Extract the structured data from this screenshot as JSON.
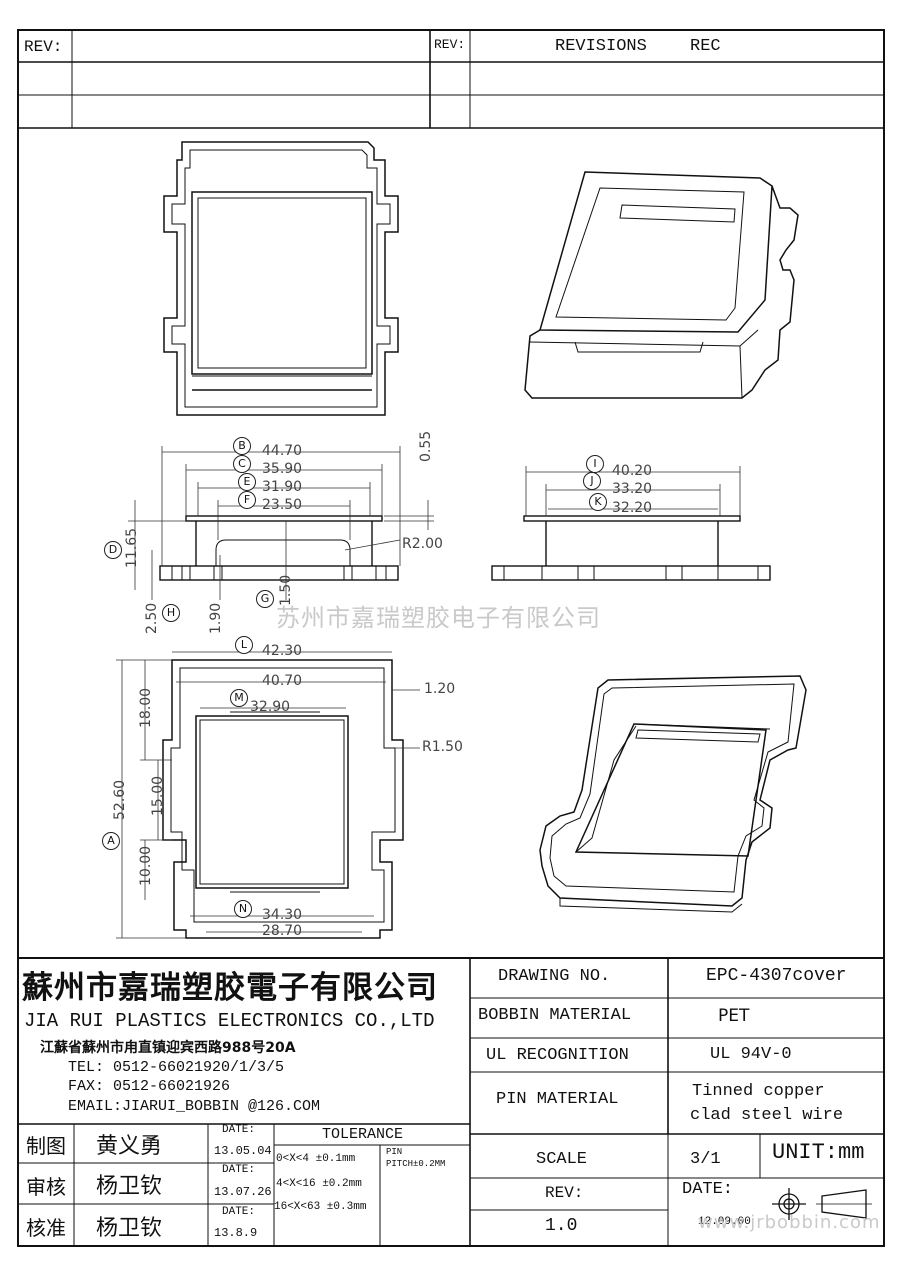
{
  "revision_block": {
    "rev_label_left": "REV:",
    "rev_label_mid": "REV:",
    "revisions_title": "REVISIONS",
    "rec_title": "REC"
  },
  "dimensions_top": {
    "B": "44.70",
    "C": "35.90",
    "E": "31.90",
    "F": "23.50",
    "flange": "0.55",
    "height_D": "11.65",
    "radius": "R2.00",
    "G": "1.50",
    "H": "2.50",
    "slot": "1.90",
    "I": "40.20",
    "J": "33.20",
    "K": "32.20"
  },
  "dimensions_bottom": {
    "L": "42.30",
    "inner": "40.70",
    "M": "32.90",
    "wall": "1.20",
    "radius": "R1.50",
    "A": "52.60",
    "top_seg": "18.00",
    "mid_seg": "15.00",
    "bot_seg": "10.00",
    "N": "34.30",
    "base": "28.70"
  },
  "circle_labels": [
    "B",
    "C",
    "E",
    "F",
    "D",
    "G",
    "H",
    "I",
    "J",
    "K",
    "L",
    "M",
    "A",
    "N"
  ],
  "watermark": {
    "center": "苏州市嘉瑞塑胶电子有限公司",
    "bottom": "www.jrbobbin.com"
  },
  "company": {
    "name_cn": "蘇州市嘉瑞塑胶電子有限公司",
    "name_en": "JIA RUI PLASTICS ELECTRONICS CO.,LTD",
    "address": "江蘇省蘇州市甪直镇迎宾西路988号20A",
    "tel": "TEL: 0512-66021920/1/3/5",
    "fax": "FAX: 0512-66021926",
    "email": "EMAIL:JIARUI_BOBBIN @126.COM"
  },
  "specs": {
    "drawing_no_label": "DRAWING  NO.",
    "drawing_no_value": "EPC-4307cover",
    "bobbin_material_label": "BOBBIN  MATERIAL",
    "bobbin_material_value": "PET",
    "ul_label": "UL RECOGNITION",
    "ul_value": "UL 94V-0",
    "pin_material_label": "PIN MATERIAL",
    "pin_material_line1": "Tinned copper",
    "pin_material_line2": "clad steel wire",
    "scale_label": "SCALE",
    "scale_value": "3/1",
    "unit": "UNIT:mm",
    "rev_label": "REV:",
    "rev_value": "1.0",
    "date_label": "DATE:",
    "date_value": "12.09.00"
  },
  "approvals": [
    {
      "role": "制图",
      "name": "黄义勇",
      "date_label": "DATE:",
      "date": "13.05.04"
    },
    {
      "role": "审核",
      "name": "杨卫钦",
      "date_label": "DATE:",
      "date": "13.07.26"
    },
    {
      "role": "核准",
      "name": "杨卫钦",
      "date_label": "DATE:",
      "date": "13.8.9"
    }
  ],
  "tolerance": {
    "title": "TOLERANCE",
    "rows": [
      "0<X<4  ±0.1mm",
      "4<X<16 ±0.2mm",
      "16<X<63 ±0.3mm"
    ],
    "pin_label": "PIN",
    "pin_pitch": "PITCH±0.2MM"
  }
}
